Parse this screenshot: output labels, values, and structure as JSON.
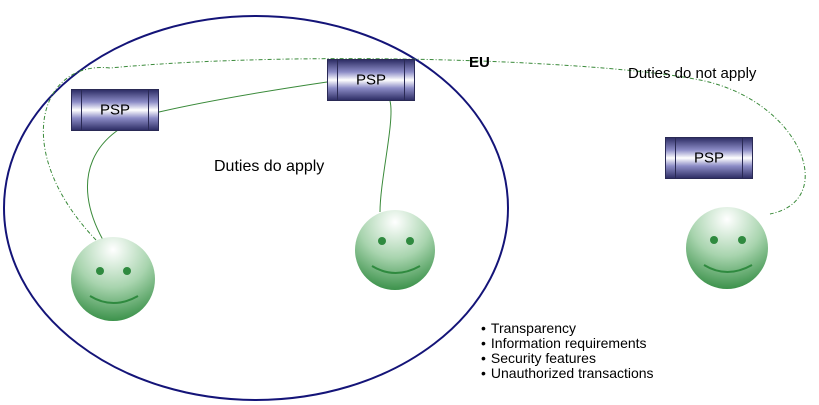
{
  "labels": {
    "region": "EU",
    "outside": "Duties do not apply",
    "inside": "Duties do apply"
  },
  "psp_boxes": [
    "PSP",
    "PSP",
    "PSP"
  ],
  "bullets": [
    "Transparency",
    "Information requirements",
    "Security features",
    "Unauthorized transactions"
  ],
  "colors": {
    "eu_ellipse": "#141478",
    "connection_line": "#3a8a3a",
    "dashed_line": "#3a8a3a",
    "smiley_dark": "#2f8a3f",
    "smiley_light": "#ffffff"
  },
  "icons": {
    "face": "smiley-face-icon",
    "psp": "psp-box-icon"
  }
}
